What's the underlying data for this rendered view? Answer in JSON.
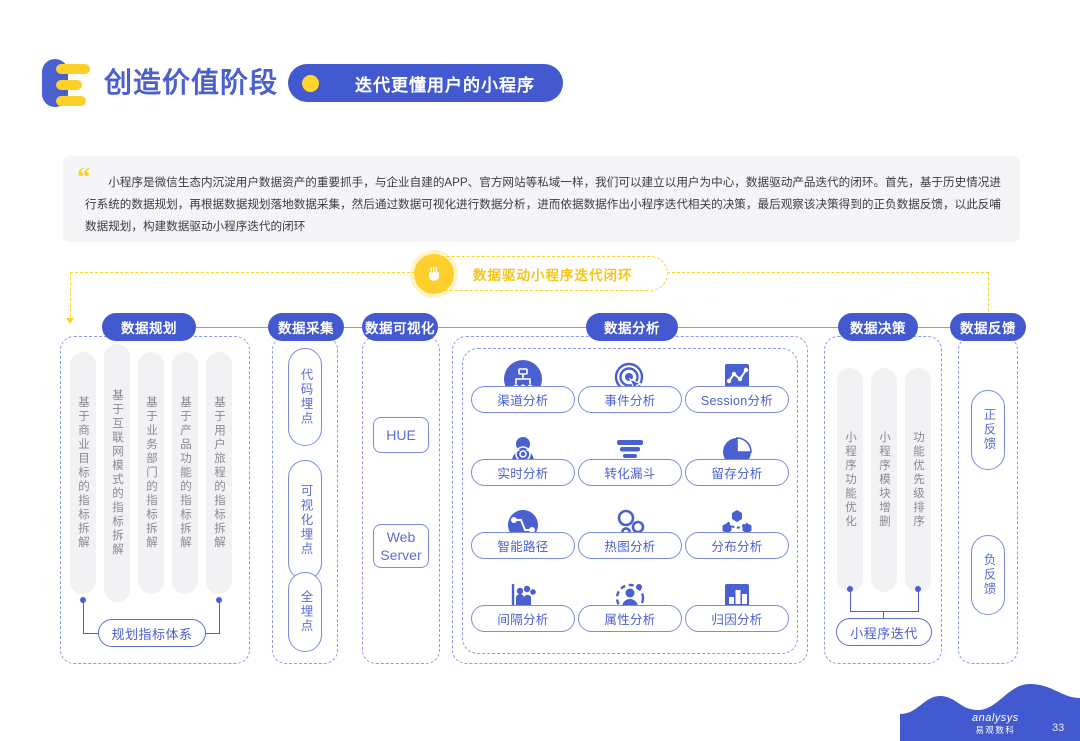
{
  "header": {
    "title": "创造价值阶段",
    "badge": "迭代更懂用户的小程序",
    "logo_icon": "bars-logo-icon",
    "dot_icon": "yellow-dot-icon"
  },
  "quote": {
    "mark": "“",
    "text": "小程序是微信生态内沉淀用户数据资产的重要抓手，与企业自建的APP、官方网站等私域一样，我们可以建立以用户为中心，数据驱动产品迭代的闭环。首先，基于历史情况进行系统的数据规划，再根据数据规划落地数据采集，然后通过数据可视化进行数据分析，进而依据数据作出小程序迭代相关的决策，最后观察该决策得到的正负数据反馈，以此反哺数据规划，构建数据驱动小程序迭代的闭环"
  },
  "loop_banner": {
    "label": "数据驱动小程序迭代闭环",
    "icon": "hand-cursor-icon"
  },
  "stages": [
    {
      "id": "planning",
      "label": "数据规划"
    },
    {
      "id": "collection",
      "label": "数据采集"
    },
    {
      "id": "visualization",
      "label": "数据可视化"
    },
    {
      "id": "analysis",
      "label": "数据分析"
    },
    {
      "id": "decision",
      "label": "数据决策"
    },
    {
      "id": "feedback",
      "label": "数据反馈"
    }
  ],
  "planning": {
    "items": [
      "基于商业目标的指标拆解",
      "基于互联网模式的指标拆解",
      "基于业务部门的指标拆解",
      "基于产品功能的指标拆解",
      "基于用户旅程的指标拆解"
    ],
    "summary": "规划指标体系"
  },
  "collection": {
    "items": [
      "代码埋点",
      "可视化埋点",
      "全埋点"
    ]
  },
  "visualization": {
    "items": [
      "HUE",
      "Web Server"
    ]
  },
  "analysis": {
    "items": [
      {
        "label": "渠道分析",
        "icon": "channel-tree-icon"
      },
      {
        "label": "事件分析",
        "icon": "target-click-icon"
      },
      {
        "label": "Session分析",
        "icon": "line-chart-icon"
      },
      {
        "label": "实时分析",
        "icon": "realtime-user-icon"
      },
      {
        "label": "转化漏斗",
        "icon": "funnel-icon"
      },
      {
        "label": "留存分析",
        "icon": "pie-chart-icon"
      },
      {
        "label": "智能路径",
        "icon": "path-node-icon"
      },
      {
        "label": "热图分析",
        "icon": "heatmap-bubble-icon"
      },
      {
        "label": "分布分析",
        "icon": "distribution-node-icon"
      },
      {
        "label": "间隔分析",
        "icon": "people-group-icon"
      },
      {
        "label": "属性分析",
        "icon": "user-attribute-icon"
      },
      {
        "label": "归因分析",
        "icon": "bar-chart-icon"
      }
    ]
  },
  "decision": {
    "items": [
      "小程序功能优化",
      "小程序模块增删",
      "功能优先级排序"
    ],
    "summary": "小程序迭代"
  },
  "feedback": {
    "items": [
      "正反馈",
      "负反馈"
    ]
  },
  "footer": {
    "brand": "analysys",
    "brand_cn": "易观数科",
    "page_number": "33"
  },
  "colors": {
    "primary_blue": "#4259cf",
    "icon_blue": "#4a5fd0",
    "accent_yellow": "#fdd028",
    "outline_blue": "#7b8ddb",
    "gray_pill": "#f2f2f4"
  }
}
